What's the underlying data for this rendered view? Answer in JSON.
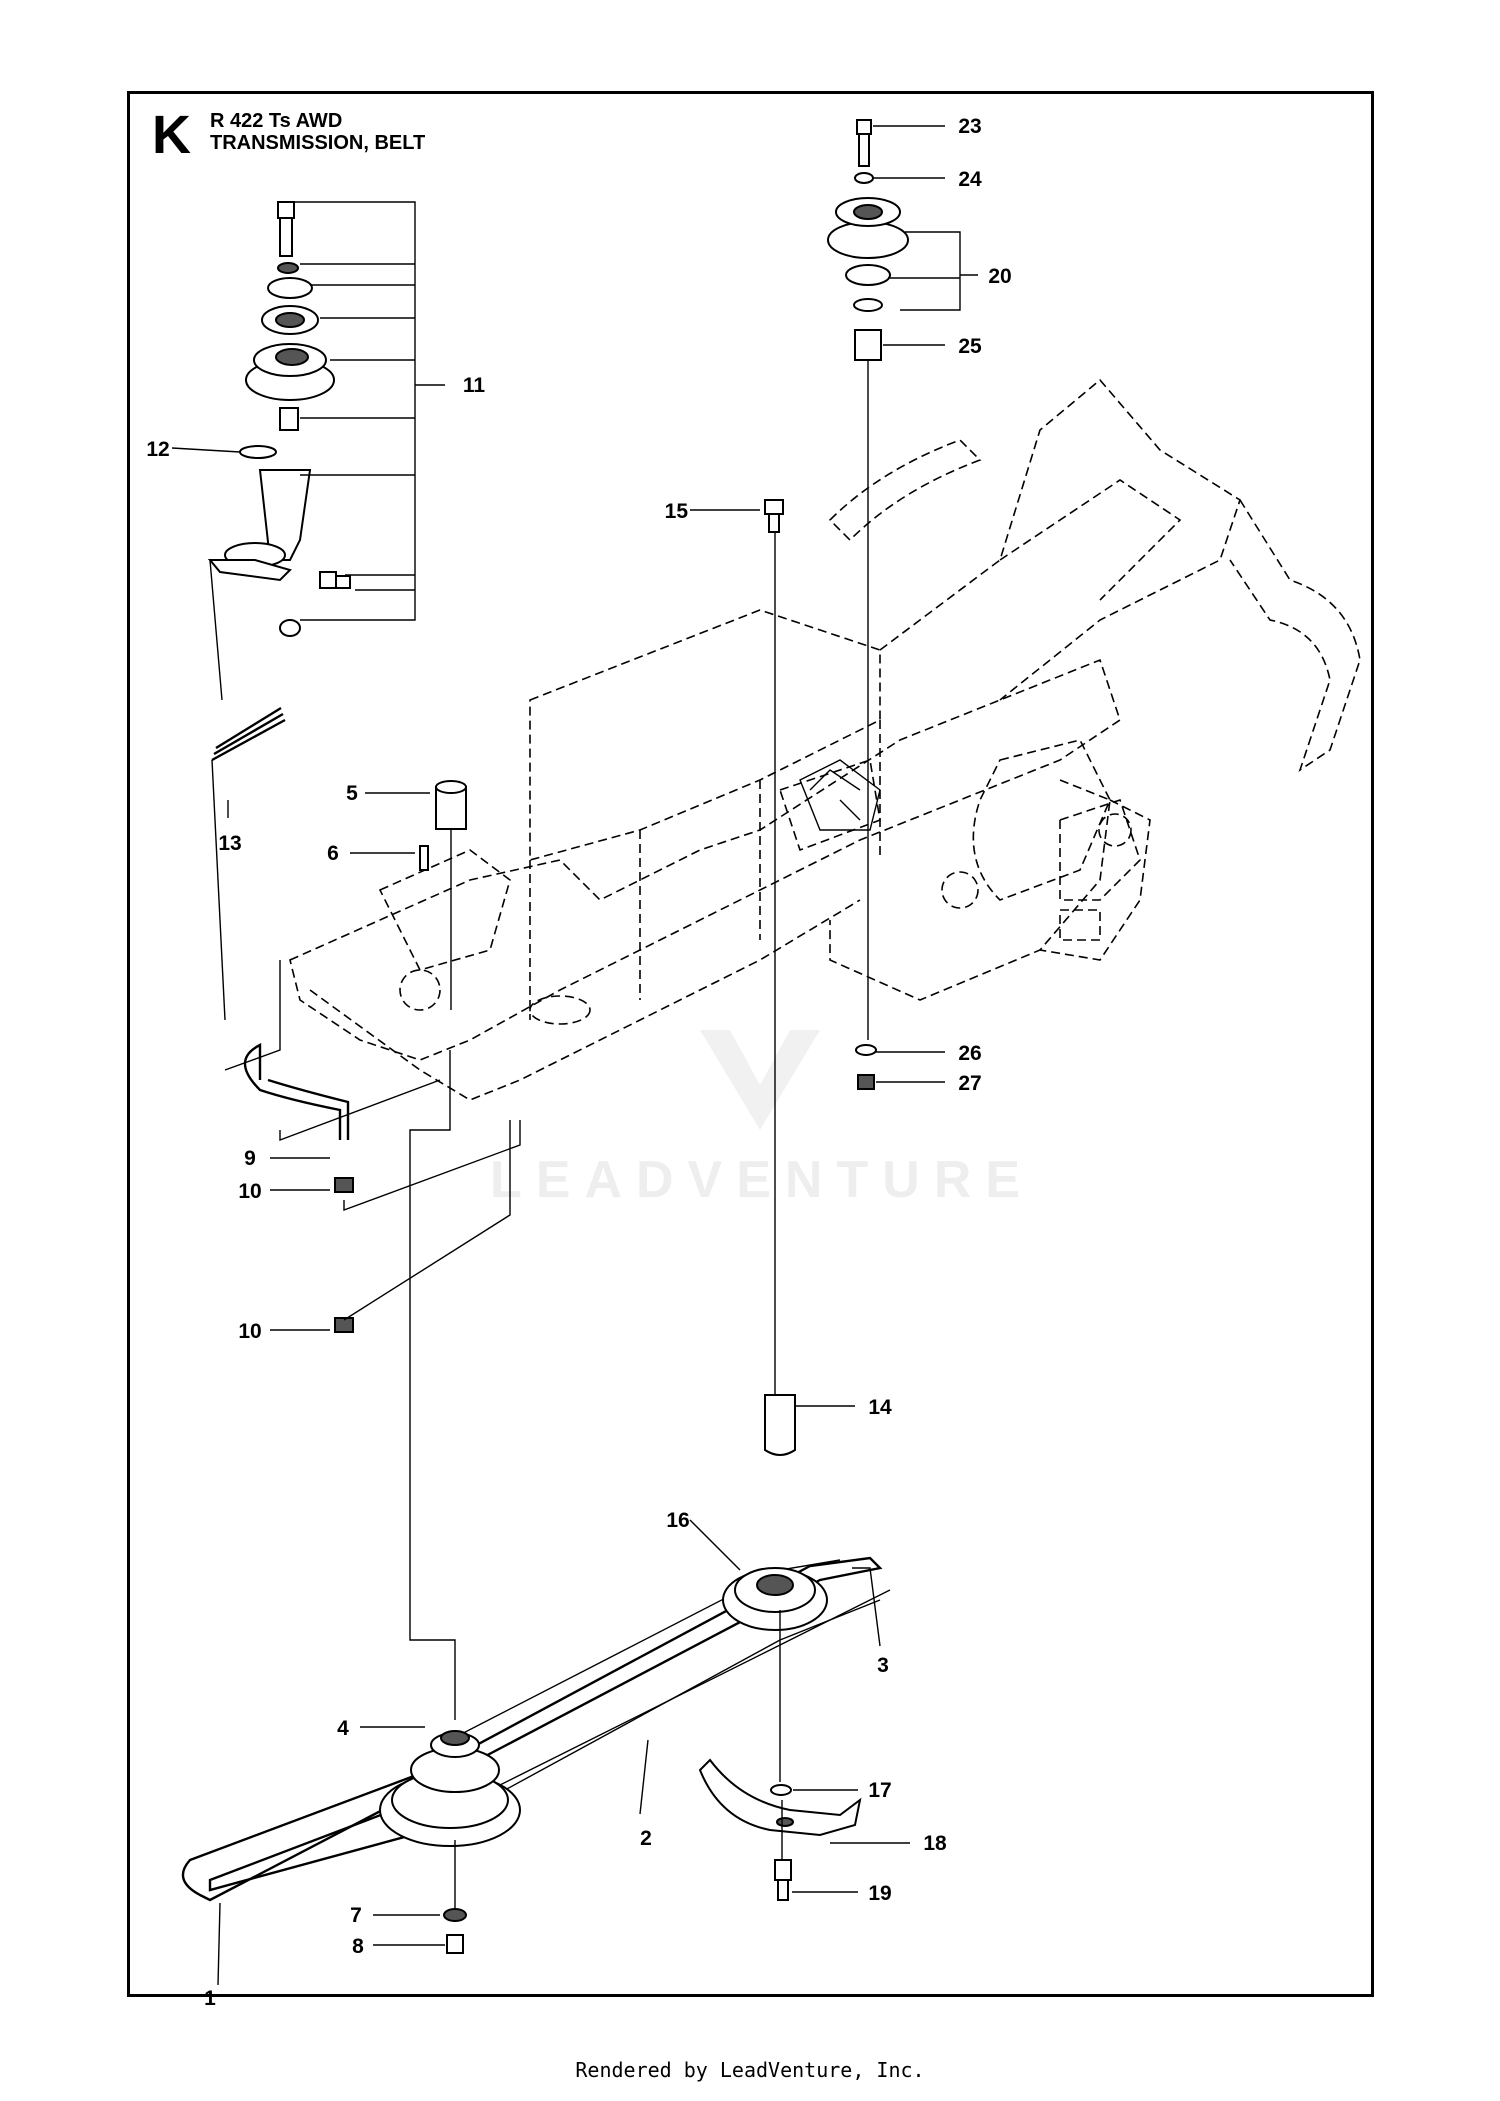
{
  "header": {
    "section_letter": "K",
    "model": "R 422 Ts AWD",
    "subtitle": "TRANSMISSION, BELT"
  },
  "watermark": "LEADVENTURE",
  "footer": "Rendered by LeadVenture, Inc.",
  "callouts": {
    "c1": "1",
    "c2": "2",
    "c3": "3",
    "c4": "4",
    "c5": "5",
    "c6": "6",
    "c7": "7",
    "c8": "8",
    "c9": "9",
    "c10a": "10",
    "c10b": "10",
    "c11": "11",
    "c12": "12",
    "c13": "13",
    "c14": "14",
    "c15": "15",
    "c16": "16",
    "c17": "17",
    "c18": "18",
    "c19": "19",
    "c20": "20",
    "c23": "23",
    "c24": "24",
    "c25": "25",
    "c26": "26",
    "c27": "27"
  }
}
